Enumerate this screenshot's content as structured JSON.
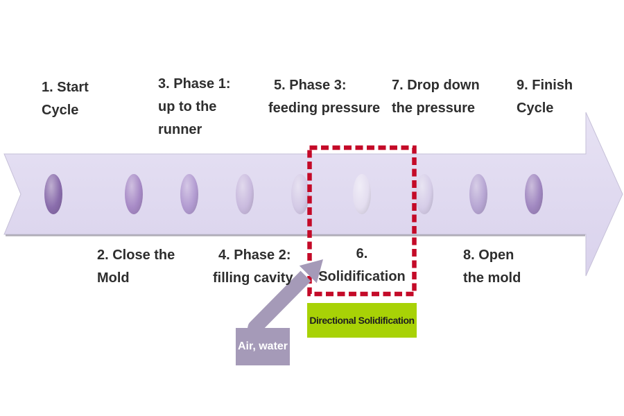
{
  "diagram": {
    "type": "process-timeline",
    "background": "#ffffff",
    "text_color": "#2e2e2e",
    "steps": [
      {
        "id": 1,
        "row": "top",
        "lines": [
          "1. Start",
          "Cycle"
        ]
      },
      {
        "id": 2,
        "row": "bottom",
        "lines": [
          "2. Close the",
          "Mold"
        ]
      },
      {
        "id": 3,
        "row": "top",
        "lines": [
          "3. Phase 1:",
          "up to the",
          "runner"
        ]
      },
      {
        "id": 4,
        "row": "bottom",
        "lines": [
          "4. Phase 2:",
          "filling cavity"
        ]
      },
      {
        "id": 5,
        "row": "top",
        "lines": [
          "5. Phase 3:",
          "feeding pressure"
        ]
      },
      {
        "id": 6,
        "row": "bottom",
        "lines": [
          "6.",
          "Solidification"
        ],
        "highlighted": true
      },
      {
        "id": 7,
        "row": "top",
        "lines": [
          "7. Drop down",
          "the pressure"
        ]
      },
      {
        "id": 8,
        "row": "bottom",
        "lines": [
          "8. Open",
          "the mold"
        ]
      },
      {
        "id": 9,
        "row": "top",
        "lines": [
          "9. Finish",
          "Cycle"
        ]
      }
    ],
    "band": {
      "fill_top": "#e7e2f4",
      "fill_bottom": "#d9d2ec",
      "edge_color": "#c6c0d8",
      "shadow_color": "#97939f",
      "dot_colors": [
        "#8a6dac",
        "#a78ac6",
        "#b29bd1",
        "#c9bade",
        "#d4cae6",
        "#e4def0",
        "#d6cde8",
        "#b7a6d3",
        "#a087c0"
      ]
    },
    "highlight_box": {
      "step": 6,
      "border_color": "#c40a28"
    },
    "tag": {
      "label": "Directional Solidification",
      "bg_color": "#a8d206",
      "text_color": "#1f1f1f"
    },
    "callout": {
      "label": "Air, water",
      "bg_color": "#a59ab8",
      "text_color": "#ffffff"
    }
  }
}
